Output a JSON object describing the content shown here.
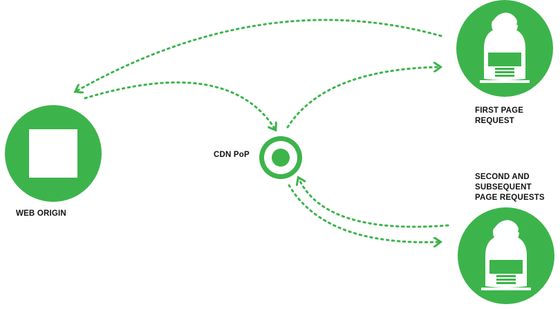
{
  "labels": {
    "web_origin": "WEB ORIGIN",
    "cdn_pop": "CDN PoP",
    "first_request": "FIRST PAGE\nREQUEST",
    "second_request": "SECOND AND\nSUBSEQUENT\nPAGE REQUESTS"
  },
  "colors": {
    "accent": "#3cb44b",
    "background": "#ffffff",
    "text": "#111111"
  },
  "icons": {
    "origin": "server-square-icon",
    "cdn": "target-ring-icon",
    "user": "user-at-laptop-icon"
  }
}
